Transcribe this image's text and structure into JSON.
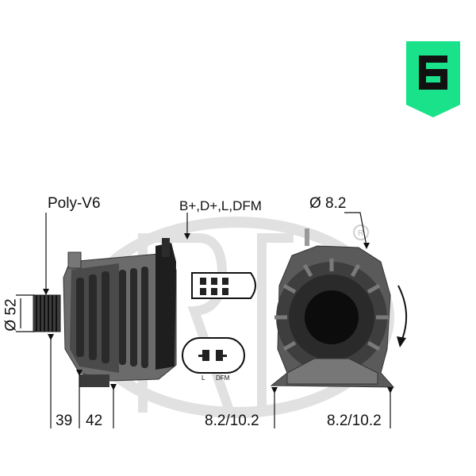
{
  "brand": {
    "badge_color": "#19e28a",
    "badge_icon": "era-e-icon",
    "watermark_color": "#dcdcdc"
  },
  "labels": {
    "belt_type": "Poly-V6",
    "terminals": "B+,D+,L,DFM",
    "mount_hole": "Ø 8.2",
    "pulley_diameter": "Ø 52",
    "dim_a": "39",
    "dim_b": "42",
    "dim_c": "8.2/10.2",
    "dim_d": "8.2/10.2",
    "plug_pin_l": "L",
    "plug_pin_dfm": "DFM"
  },
  "icons": {
    "rotation": "rotation-arrow-icon",
    "plug_top": "connector-plug-icon",
    "plug_bottom": "two-pin-plug-icon"
  }
}
